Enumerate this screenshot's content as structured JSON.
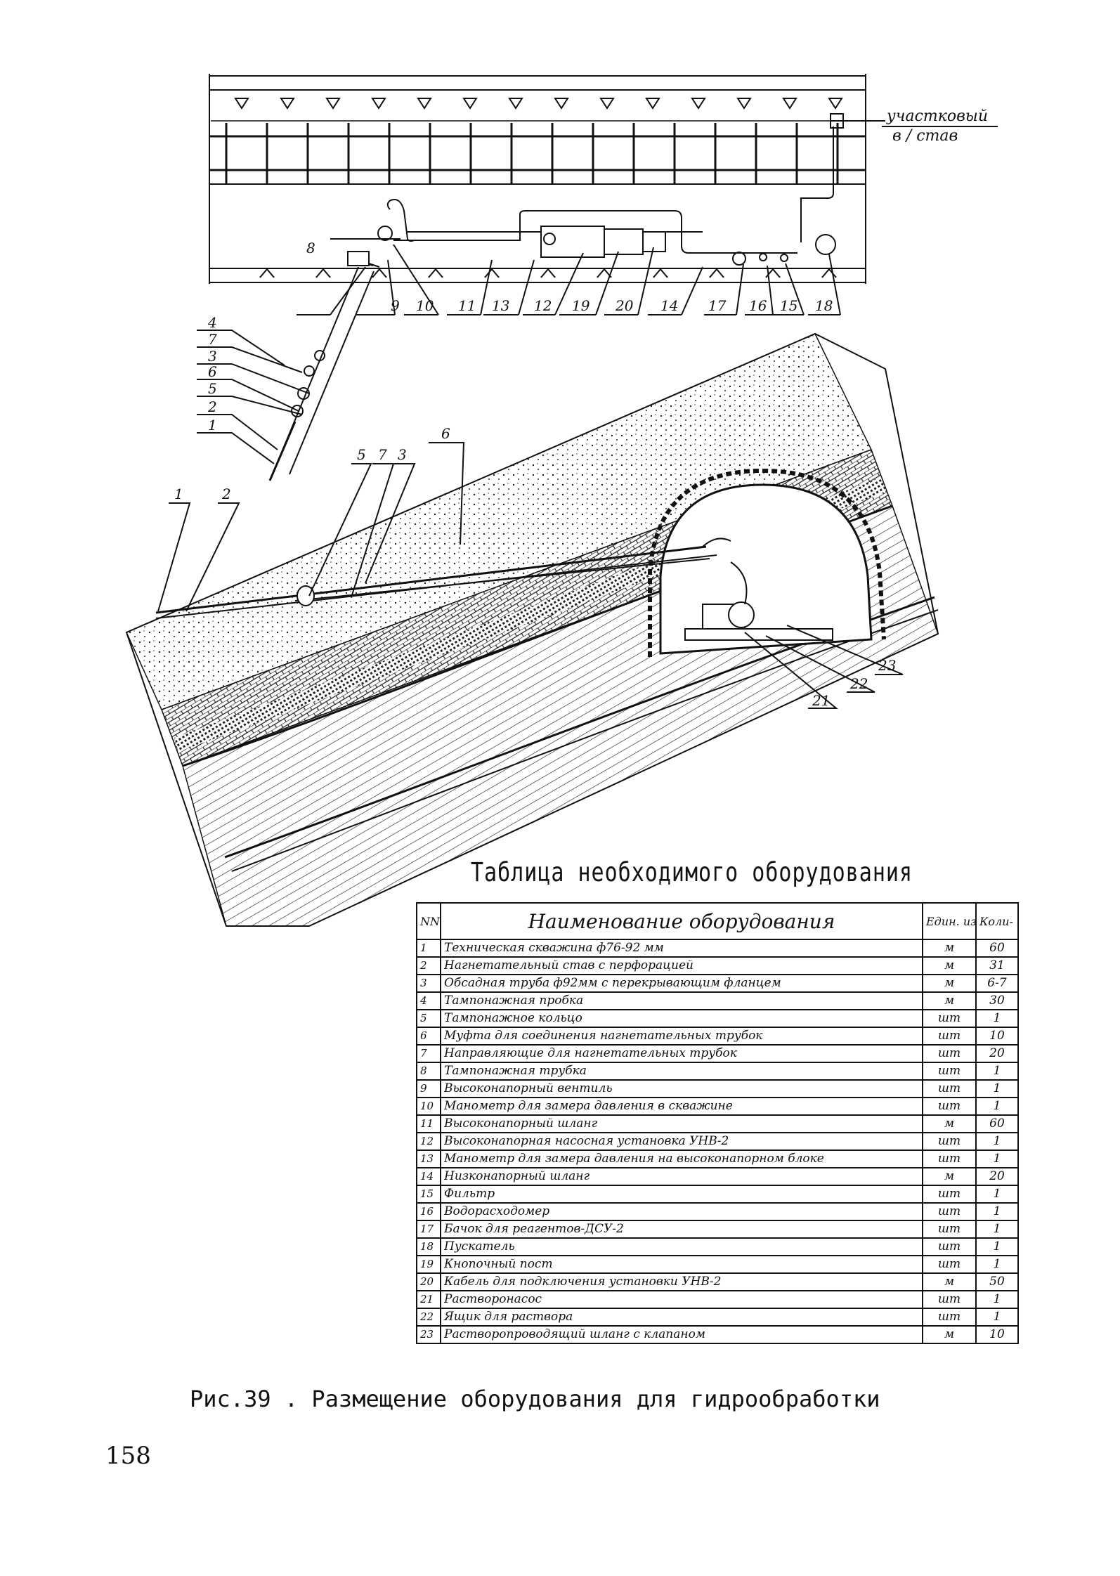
{
  "upper_scheme": {
    "label_main_line": "участковый",
    "label_main_line_2": "в / став",
    "callouts": [
      "8",
      "9",
      "10",
      "11",
      "13",
      "12",
      "19",
      "20",
      "14",
      "17",
      "16",
      "15",
      "18"
    ],
    "borehole_callouts": [
      "4",
      "7",
      "3",
      "6",
      "5",
      "2",
      "1"
    ]
  },
  "lower_section": {
    "callouts": [
      "1",
      "2",
      "5",
      "7",
      "3",
      "6",
      "23",
      "22",
      "21"
    ]
  },
  "table": {
    "title": "Таблица необходимого оборудования",
    "headers": {
      "num": "NN п/п",
      "name": "Наименование оборудования",
      "unit": "Един. измер",
      "qty": "Коли- чество"
    },
    "rows": [
      {
        "n": "1",
        "name": "Техническая скважина ф76-92 мм",
        "unit": "м",
        "qty": "60"
      },
      {
        "n": "2",
        "name": "Нагнетательный став с перфорацией",
        "unit": "м",
        "qty": "31"
      },
      {
        "n": "3",
        "name": "Обсадная труба ф92мм с перекрывающим фланцем",
        "unit": "м",
        "qty": "6-7"
      },
      {
        "n": "4",
        "name": "Тампонажная пробка",
        "unit": "м",
        "qty": "30"
      },
      {
        "n": "5",
        "name": "Тампонажное кольцо",
        "unit": "шт",
        "qty": "1"
      },
      {
        "n": "6",
        "name": "Муфта для соединения нагнетательных трубок",
        "unit": "шт",
        "qty": "10"
      },
      {
        "n": "7",
        "name": "Направляющие для нагнетательных трубок",
        "unit": "шт",
        "qty": "20"
      },
      {
        "n": "8",
        "name": "Тампонажная трубка",
        "unit": "шт",
        "qty": "1"
      },
      {
        "n": "9",
        "name": "Высоконапорный вентиль",
        "unit": "шт",
        "qty": "1"
      },
      {
        "n": "10",
        "name": "Манометр для замера давления в скважине",
        "unit": "шт",
        "qty": "1"
      },
      {
        "n": "11",
        "name": "Высоконапорный шланг",
        "unit": "м",
        "qty": "60"
      },
      {
        "n": "12",
        "name": "Высоконапорная насосная установка УНВ-2",
        "unit": "шт",
        "qty": "1"
      },
      {
        "n": "13",
        "name": "Манометр для замера давления на высоконапорном блоке",
        "unit": "шт",
        "qty": "1"
      },
      {
        "n": "14",
        "name": "Низконапорный шланг",
        "unit": "м",
        "qty": "20"
      },
      {
        "n": "15",
        "name": "Фильтр",
        "unit": "шт",
        "qty": "1"
      },
      {
        "n": "16",
        "name": "Водорасходомер",
        "unit": "шт",
        "qty": "1"
      },
      {
        "n": "17",
        "name": "Бачок для реагентов-ДСУ-2",
        "unit": "шт",
        "qty": "1"
      },
      {
        "n": "18",
        "name": "Пускатель",
        "unit": "шт",
        "qty": "1"
      },
      {
        "n": "19",
        "name": "Кнопочный пост",
        "unit": "шт",
        "qty": "1"
      },
      {
        "n": "20",
        "name": "Кабель для подключения установки УНВ-2",
        "unit": "м",
        "qty": "50"
      },
      {
        "n": "21",
        "name": "Растворонасос",
        "unit": "шт",
        "qty": "1"
      },
      {
        "n": "22",
        "name": "Ящик для раствора",
        "unit": "шт",
        "qty": "1"
      },
      {
        "n": "23",
        "name": "Растворопроводящий шланг с клапаном",
        "unit": "м",
        "qty": "10"
      }
    ]
  },
  "caption": "Рис.39 . Размещение оборудования для гидрообработки",
  "page_number": "158"
}
